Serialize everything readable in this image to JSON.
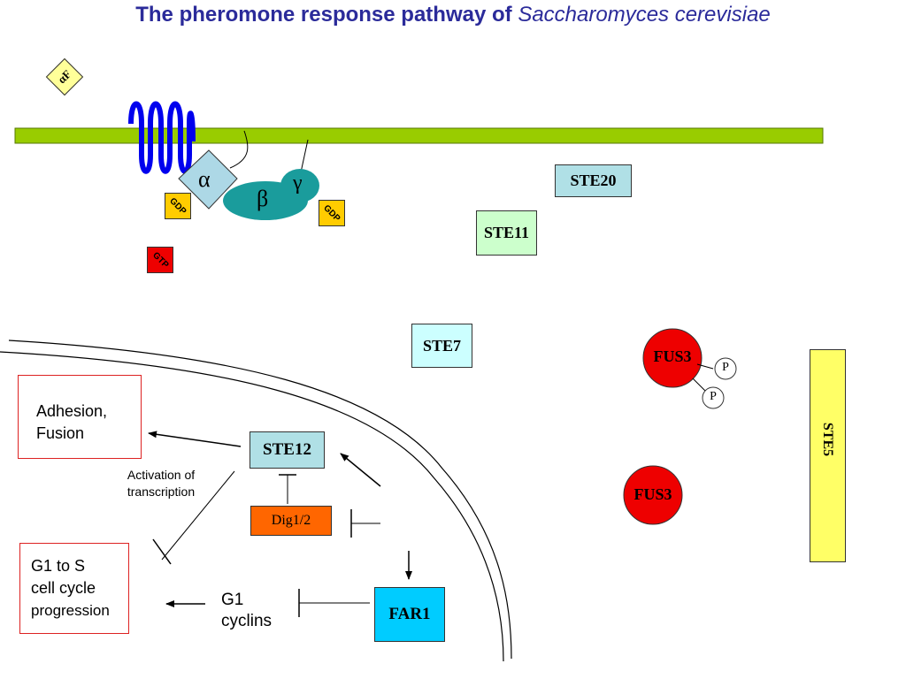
{
  "title": {
    "bold": "The pheromone response pathway of",
    "italic": "Saccharomyces cerevisiae"
  },
  "alpha_factor": "αF",
  "g_protein": {
    "alpha": "α",
    "beta": "β",
    "gamma": "γ"
  },
  "nucleotides": {
    "gdp_left": "GDP",
    "gdp_right": "GDP",
    "gtp": "GTP"
  },
  "kinases": {
    "ste20": "STE20",
    "ste11": "STE11",
    "ste7": "STE7",
    "fus3_phospho": "FUS3",
    "fus3": "FUS3",
    "phosphate_1": "P",
    "phosphate_2": "P",
    "ste5": "STE5"
  },
  "nucleus": {
    "ste12": "STE12",
    "dig12": "Dig1/2",
    "far1": "FAR1",
    "activation_label": "Activation of transcription",
    "g1_cyclins": "G1 cyclins"
  },
  "outcomes": {
    "adhesion": "Adhesion, Fusion",
    "cell_cycle_line1": "G1 to S",
    "cell_cycle_line2": "cell cycle",
    "cell_cycle_line3": "progression"
  },
  "colors": {
    "title": "#2b2b9a",
    "membrane": "#99cc00",
    "receptor": "#0000ee",
    "g_protein": "#1a9c9c",
    "alpha": "#add8e6",
    "gdp": "#ffcc00",
    "gtp": "#ee0000",
    "ste20": "#b0e0e6",
    "ste11": "#ccffcc",
    "ste7": "#ccffff",
    "fus3": "#ee0000",
    "ste5": "#ffff66",
    "dig12": "#ff6600",
    "far1": "#00ccff",
    "outcome_border": "#dd2222"
  }
}
